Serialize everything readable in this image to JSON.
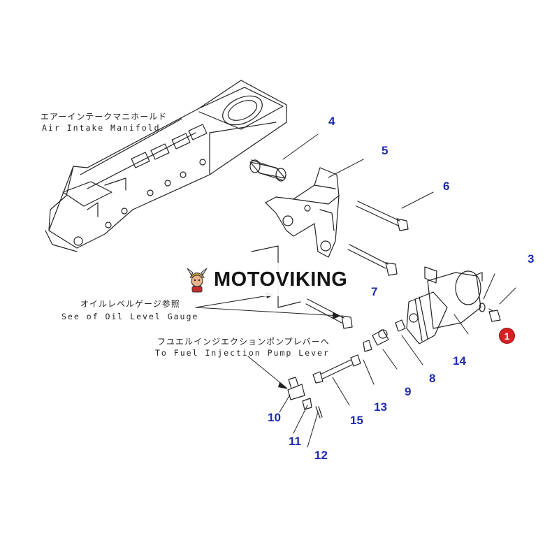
{
  "labels": {
    "manifold_jp": "エアーインテークマニホールド",
    "manifold_en": "Air Intake Manifold",
    "oil_gauge_jp": "オイルレベルゲージ参照",
    "oil_gauge_en": "See of Oil Level Gauge",
    "fuel_pump_jp": "フユエルインジエクションポンプレバーヘ",
    "fuel_pump_en": "To Fuel Injection Pump Lever"
  },
  "part_numbers": {
    "p3": "3",
    "p4": "4",
    "p5": "5",
    "p6": "6",
    "p7": "7",
    "p8": "8",
    "p9": "9",
    "p10": "10",
    "p11": "11",
    "p12": "12",
    "p13": "13",
    "p14": "14",
    "p15": "15"
  },
  "highlight": {
    "label": "1",
    "color": "#d42222"
  },
  "watermark": {
    "brand": "MOTOVIKING",
    "icon": "viking-mascot-icon"
  },
  "colors": {
    "callout": "#1f2bb0",
    "line": "#222222"
  }
}
